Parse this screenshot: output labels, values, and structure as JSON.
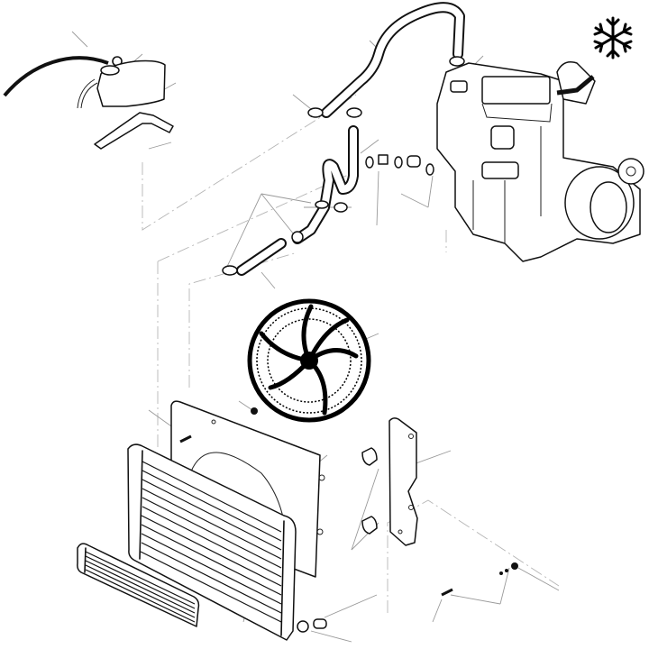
{
  "diagram": {
    "type": "exploded-parts-view",
    "subject_icon": "snowflake-icon",
    "colors": {
      "background": "#ffffff",
      "line": "#111111",
      "leader": "#9a9a9a"
    },
    "parts": [
      "overflow-hose",
      "hose-clamp",
      "expansion-tank",
      "tank-bracket",
      "upper-radiator-hose",
      "engine",
      "lower-hose-assembly",
      "electric-fan",
      "fan-shroud",
      "radiator",
      "oil-cooler",
      "mounting-bracket",
      "rubber-mount",
      "drain-plug",
      "bolt-set"
    ]
  }
}
